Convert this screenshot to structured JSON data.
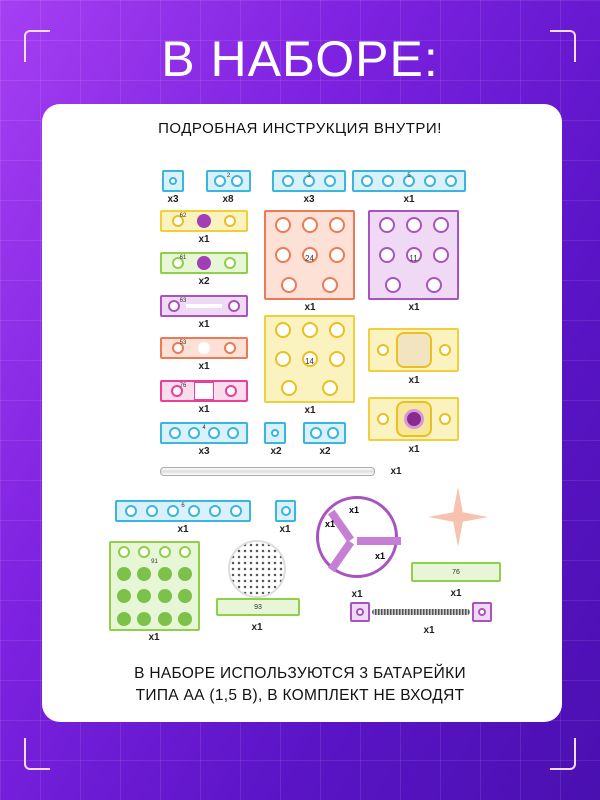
{
  "header": {
    "title": "В НАБОРЕ:"
  },
  "panel": {
    "subtitle": "ПОДРОБНАЯ ИНСТРУКЦИЯ ВНУТРИ!",
    "footer_line1": "В НАБОРЕ ИСПОЛЬЗУЮТСЯ 3 БАТАРЕЙКИ",
    "footer_line2": "ТИПА АА (1,5 В), В КОМПЛЕКТ НЕ ВХОДЯТ"
  },
  "parts": {
    "single_blue": {
      "qty": "x3"
    },
    "wire2": {
      "num": "2",
      "qty": "x8"
    },
    "wire3": {
      "num": "3",
      "qty": "x3"
    },
    "wire5": {
      "num": "5",
      "qty": "x1"
    },
    "switch62": {
      "num": "62",
      "qty": "x1"
    },
    "button61": {
      "num": "61",
      "qty": "x2"
    },
    "part63": {
      "num": "63",
      "qty": "x1"
    },
    "part53": {
      "num": "53",
      "qty": "x1"
    },
    "led76": {
      "num": "76",
      "qty": "x1"
    },
    "wire4": {
      "num": "4",
      "qty": "x3"
    },
    "board24": {
      "num": "24",
      "qty": "x1"
    },
    "board11": {
      "num": "11",
      "qty": "x1"
    },
    "board14": {
      "num": "14",
      "qty": "x1"
    },
    "sensor": {
      "qty": "x1"
    },
    "motor": {
      "qty": "x1"
    },
    "single_blue2": {
      "qty": "x2"
    },
    "wire_short": {
      "qty": "x2"
    },
    "rod": {
      "qty": "x1"
    },
    "wire6": {
      "num": "6",
      "qty": "x1"
    },
    "single_blue3": {
      "qty": "x1"
    },
    "battery": {
      "num": "91",
      "qty": "x1"
    },
    "speaker": {
      "num": "93",
      "qty": "x1"
    },
    "fan": {
      "qty": "x1",
      "inner_qty_a": "x1",
      "inner_qty_b": "x1",
      "inner_qty_c": "x1"
    },
    "propeller": {
      "num": "76",
      "qty": "x1"
    },
    "spring": {
      "qty": "x1"
    }
  },
  "colors": {
    "bg_start": "#a63ff2",
    "bg_end": "#4a10b0",
    "blue": "#3ab5e0",
    "yellow": "#f0cf3a",
    "green": "#8fcf4a",
    "purple": "#a953c0",
    "orange": "#ec7a55",
    "pink": "#e8409a"
  }
}
